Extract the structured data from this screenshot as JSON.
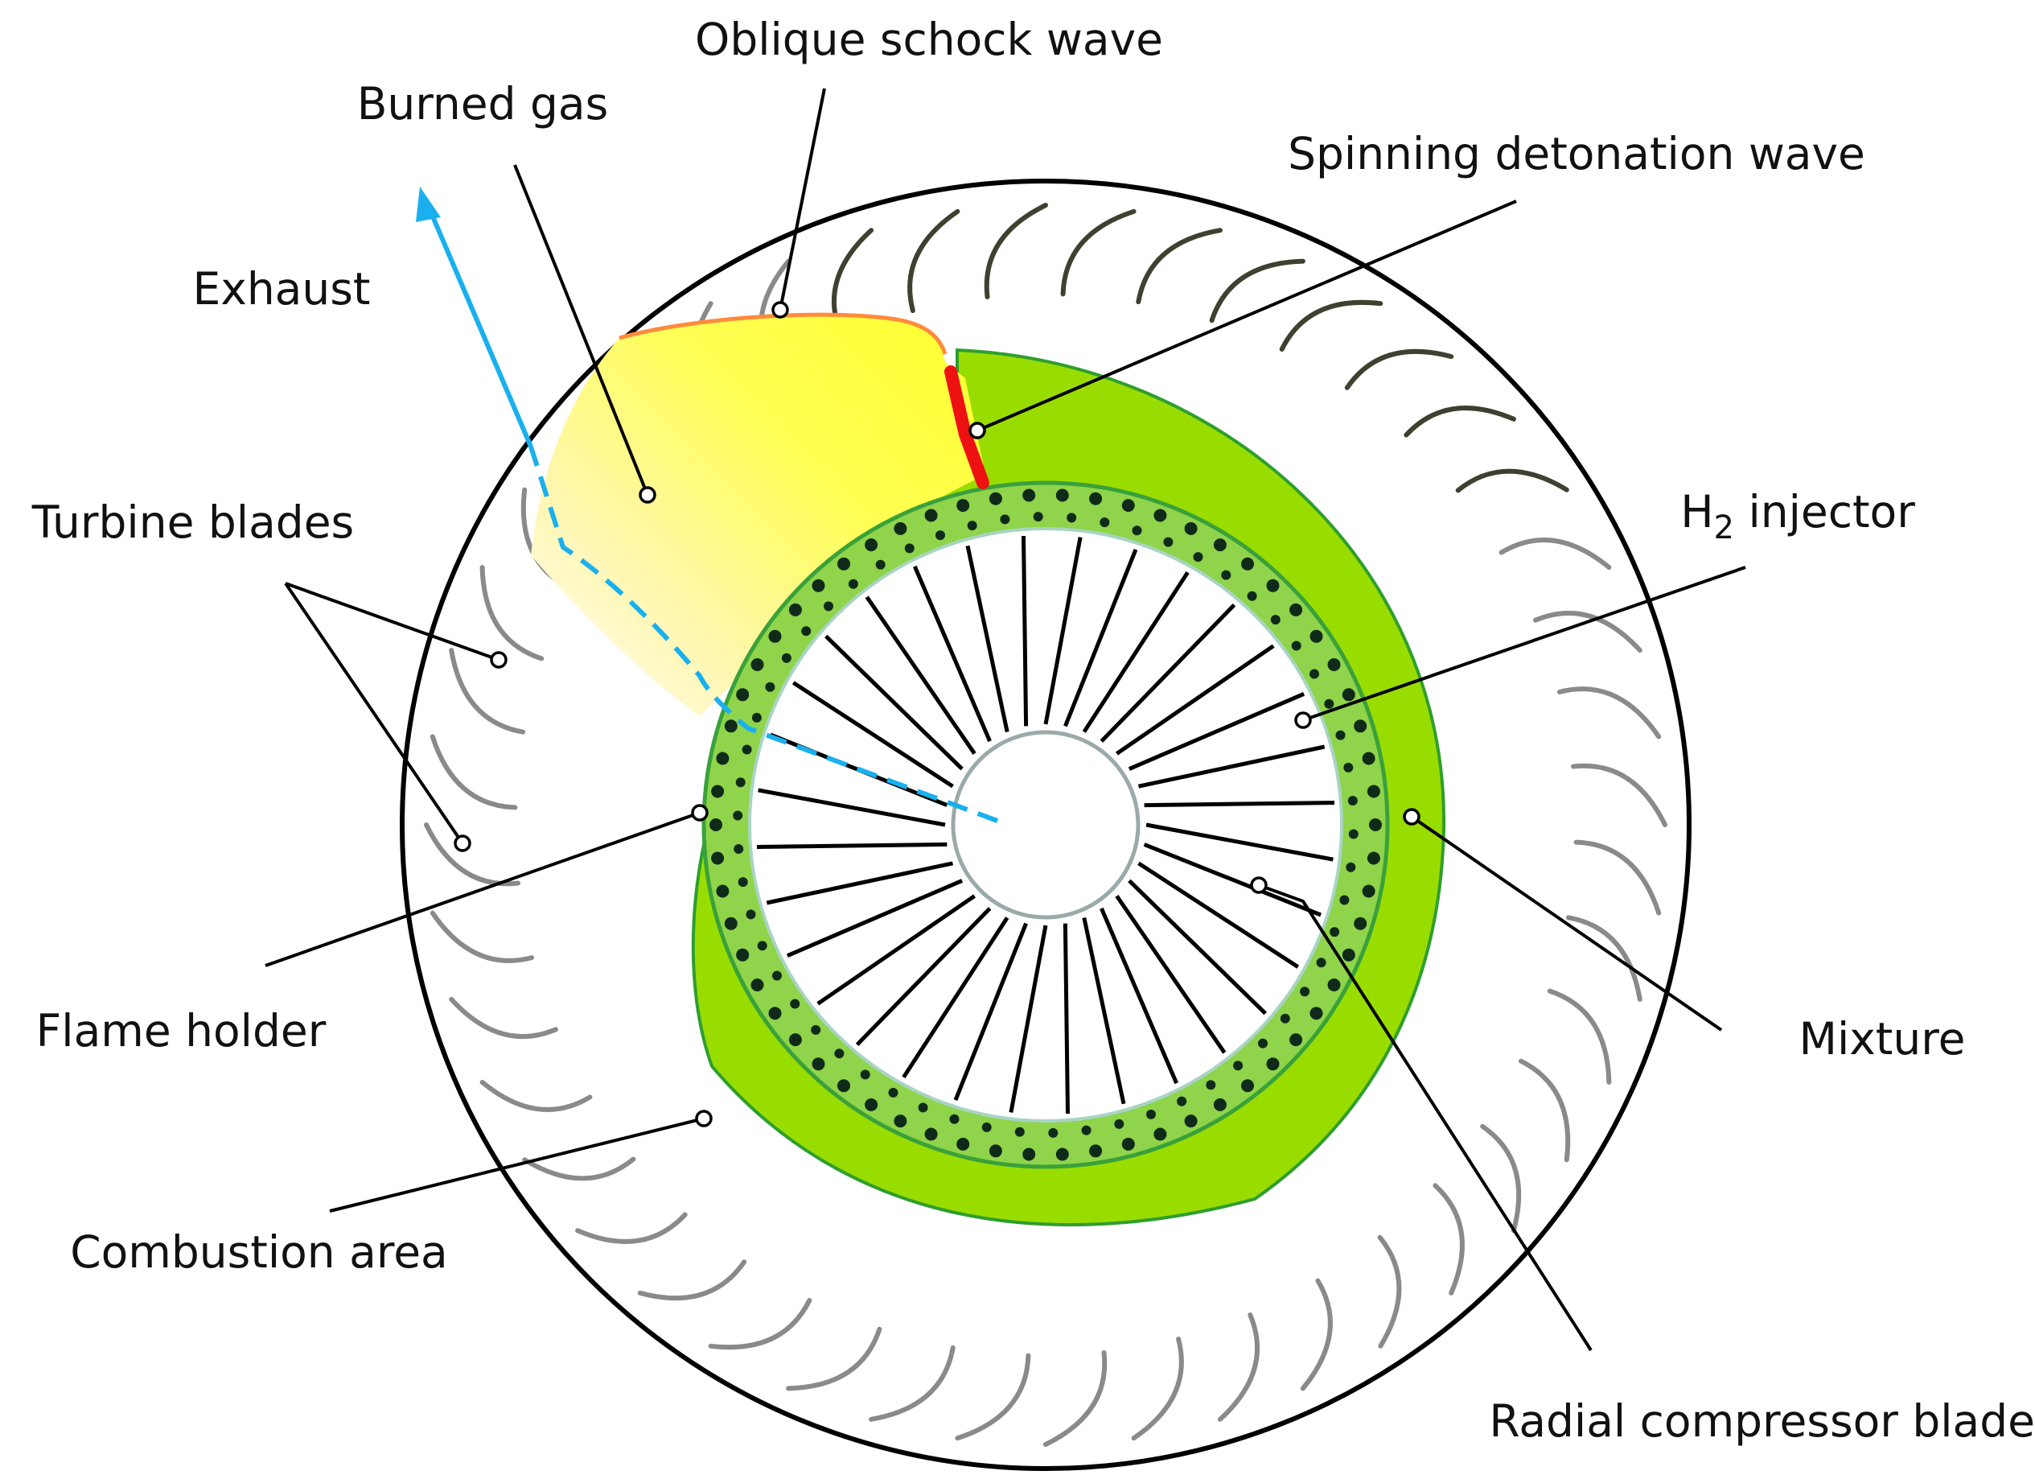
{
  "labels": {
    "oblique_shock_wave": "Oblique schock wave",
    "burned_gas": "Burned gas",
    "spinning_detonation_wave": "Spinning detonation wave",
    "exhaust": "Exhaust",
    "turbine_blades": "Turbine blades",
    "h2_injector_main": "H",
    "h2_injector_sub": "2",
    "h2_injector_rest": " injector",
    "flame_holder": "Flame holder",
    "mixture": "Mixture",
    "combustion_area": "Combustion area",
    "radial_compressor_blades": "Radial compressor blades"
  },
  "colors": {
    "outer_casing": "#000000",
    "mixture": "#99dd00",
    "mixture_edge": "#2e9e2e",
    "injector_ring": "#8fd44a",
    "injector_ring_edge": "#3aa13a",
    "injector_hole": "#102a1a",
    "burned_gas_hot": "#ffff33",
    "burned_gas_fade": "#fffbe6",
    "oblique_shock": "#ff8a3d",
    "detonation_front": "#ee1111",
    "exhaust_arrow": "#1ab0ee",
    "turbine_blade": "#8a8a8a",
    "turbine_blade_dark": "#404030",
    "compressor_blade": "#000000",
    "hub": "#ffffff",
    "hub_edge": "#9aa9a9"
  }
}
